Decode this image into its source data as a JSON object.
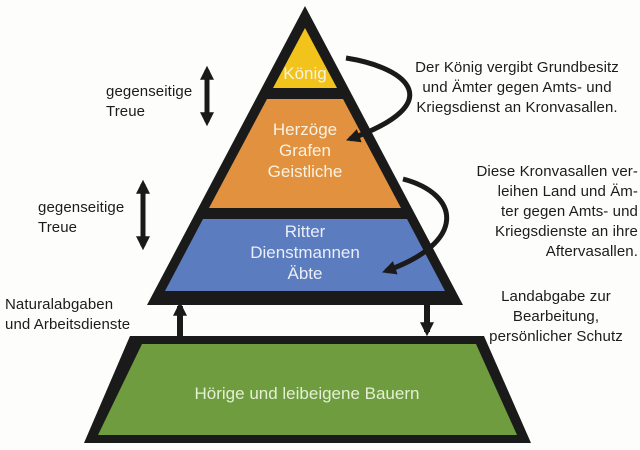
{
  "colors": {
    "koenig_fill": "#F2C31B",
    "adel_fill": "#E2913E",
    "ritter_fill": "#5C7CC0",
    "bauern_fill": "#6E9C3F",
    "outline": "#1A1A1A",
    "level_label": "#F8F2E2",
    "ritter_label": "#EAEEF6",
    "bauern_label": "#E3F0D3",
    "annotation_text": "#1C1C1C",
    "background": "#FDFDFB"
  },
  "pyramid": {
    "levels": [
      {
        "id": "koenig",
        "label": "König"
      },
      {
        "id": "adel",
        "label": "Herzöge\nGrafen\nGeistliche"
      },
      {
        "id": "ritter",
        "label": "Ritter\nDienstmannen\nÄbte"
      }
    ],
    "base": {
      "id": "bauern",
      "label": "Hörige und leibeigene Bauern"
    }
  },
  "annotations": {
    "left": [
      {
        "id": "treue-oben",
        "text": "gegenseitige\nTreue"
      },
      {
        "id": "treue-unten",
        "text": "gegenseitige\nTreue"
      },
      {
        "id": "naturalabgaben",
        "text": "Naturalabgaben\nund Arbeitsdienste"
      }
    ],
    "right": [
      {
        "id": "koenig-vergibt",
        "text": "Der König vergibt Grundbesitz\nund Ämter gegen Amts- und\nKriegsdienst an Kronvasallen."
      },
      {
        "id": "kronvasallen",
        "text": "Diese Kronvasallen ver-\nleihen Land und Äm-\nter gegen Amts- und\nKriegsdienste an ihre\nAftervasallen."
      },
      {
        "id": "landabgabe",
        "text": "Landabgabe zur\nBearbeitung,\npersönlicher Schutz"
      }
    ]
  }
}
